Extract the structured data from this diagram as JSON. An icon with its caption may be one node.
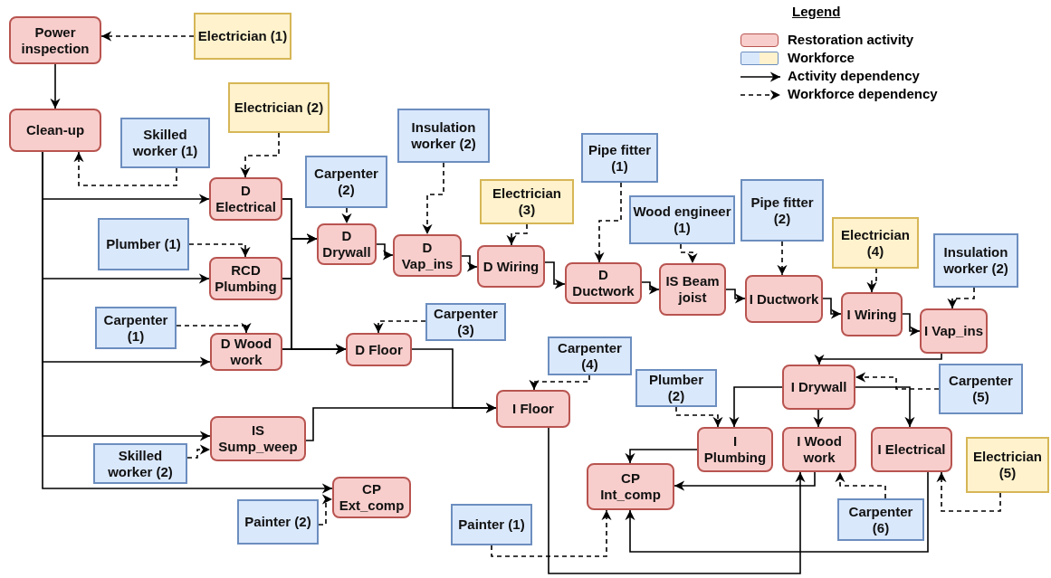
{
  "diagram": {
    "nodes": [
      {
        "text": [
          "Power inspection"
        ]
      },
      {
        "text": [
          "Clean-up"
        ]
      },
      {
        "text": [
          "D Electrical"
        ]
      },
      {
        "text": [
          "RCD Plumbing"
        ]
      },
      {
        "text": [
          "D Wood work"
        ]
      },
      {
        "text": [
          "D Drywall"
        ]
      },
      {
        "text": [
          "D Vap_ins"
        ]
      },
      {
        "text": [
          "D Wiring"
        ]
      },
      {
        "text": [
          "D Ductwork"
        ]
      },
      {
        "text": [
          "IS Beam joist"
        ]
      },
      {
        "text": [
          "I Ductwork"
        ]
      },
      {
        "text": [
          "I Wiring"
        ]
      },
      {
        "text": [
          "I Vap_ins"
        ]
      },
      {
        "text": [
          "D Floor"
        ]
      },
      {
        "text": [
          "I Floor"
        ]
      },
      {
        "text": [
          "IS Sump_weep"
        ]
      },
      {
        "text": [
          "CP Ext_comp"
        ]
      },
      {
        "text": [
          "I Drywall"
        ]
      },
      {
        "text": [
          "I Plumbing"
        ]
      },
      {
        "text": [
          "I Wood work"
        ]
      },
      {
        "text": [
          "I Electrical"
        ]
      },
      {
        "text": [
          "CP Int_comp"
        ]
      },
      {
        "text": [
          "Electrician (1)"
        ]
      },
      {
        "text": [
          "Electrician (2)"
        ]
      },
      {
        "text": [
          "Skilled worker (1)"
        ]
      },
      {
        "text": [
          "Plumber (1)"
        ]
      },
      {
        "text": [
          "Carpenter (1)"
        ]
      },
      {
        "text": [
          "Insulation worker (2)"
        ]
      },
      {
        "text": [
          "Carpenter (2)"
        ]
      },
      {
        "text": [
          "Electrician (3)"
        ]
      },
      {
        "text": [
          "Pipe fitter (1)"
        ]
      },
      {
        "text": [
          "Wood engineer (1)"
        ]
      },
      {
        "text": [
          "Pipe fitter (2)"
        ]
      },
      {
        "text": [
          "Electrician (4)"
        ]
      },
      {
        "text": [
          "Insulation worker (2)"
        ]
      },
      {
        "text": [
          "Carpenter (3)"
        ]
      },
      {
        "text": [
          "Carpenter (4)"
        ]
      },
      {
        "text": [
          "Plumber (2)"
        ]
      },
      {
        "text": [
          "Carpenter (5)"
        ]
      },
      {
        "text": [
          "Electrician (5)"
        ]
      },
      {
        "text": [
          "Skilled worker (2)"
        ]
      },
      {
        "text": [
          "Painter (2)"
        ]
      },
      {
        "text": [
          "Painter (1)"
        ]
      },
      {
        "text": [
          "Carpenter (6)"
        ]
      }
    ],
    "edges": [
      {
        "from": 0,
        "to": 1,
        "arrow": "to"
      },
      {
        "from": 1,
        "to": 2,
        "arrow": "to"
      },
      {
        "from": 1,
        "to": 3,
        "arrow": "to"
      },
      {
        "from": 1,
        "to": 4,
        "arrow": "to"
      },
      {
        "from": 1,
        "to": 15,
        "arrow": "to"
      },
      {
        "from": 1,
        "to": 16,
        "arrow": "to"
      },
      {
        "from": 2,
        "to": 5,
        "arrow": "to"
      },
      {
        "from": 3,
        "to": 5,
        "arrow": "to"
      },
      {
        "from": 4,
        "to": 5,
        "arrow": "to"
      },
      {
        "from": 2,
        "to": 13,
        "arrow": "to"
      },
      {
        "from": 3,
        "to": 13,
        "arrow": "to"
      },
      {
        "from": 4,
        "to": 13,
        "arrow": "to"
      },
      {
        "from": 5,
        "to": 6,
        "arrow": "to"
      },
      {
        "from": 6,
        "to": 7,
        "arrow": "to"
      },
      {
        "from": 7,
        "to": 8,
        "arrow": "to"
      },
      {
        "from": 8,
        "to": 9,
        "arrow": "to"
      },
      {
        "from": 9,
        "to": 10,
        "arrow": "to"
      },
      {
        "from": 10,
        "to": 11,
        "arrow": "to"
      },
      {
        "from": 11,
        "to": 12,
        "arrow": "to"
      },
      {
        "from": 12,
        "to": 17,
        "arrow": "to"
      },
      {
        "from": 13,
        "to": 14,
        "arrow": "to"
      },
      {
        "from": 15,
        "to": 14,
        "arrow": "to"
      },
      {
        "from": 17,
        "to": 18,
        "arrow": "to"
      },
      {
        "from": 17,
        "to": 19,
        "arrow": "to"
      },
      {
        "from": 17,
        "to": 20,
        "arrow": "to"
      },
      {
        "from": 18,
        "to": 21,
        "arrow": "to"
      },
      {
        "from": 19,
        "to": 21,
        "arrow": "to"
      },
      {
        "from": 20,
        "to": 21,
        "arrow": "to"
      },
      {
        "from": 14,
        "to": 19,
        "arrow": "to"
      },
      {
        "from": 22,
        "to": 0,
        "arrow": "to",
        "style": "dashed"
      },
      {
        "from": 24,
        "to": 1,
        "arrow": "to",
        "style": "dashed"
      },
      {
        "from": 23,
        "to": 2,
        "arrow": "to",
        "style": "dashed"
      },
      {
        "from": 25,
        "to": 3,
        "arrow": "to",
        "style": "dashed"
      },
      {
        "from": 26,
        "to": 4,
        "arrow": "to",
        "style": "dashed"
      },
      {
        "from": 28,
        "to": 5,
        "arrow": "to",
        "style": "dashed"
      },
      {
        "from": 27,
        "to": 6,
        "arrow": "to",
        "style": "dashed"
      },
      {
        "from": 29,
        "to": 7,
        "arrow": "to",
        "style": "dashed"
      },
      {
        "from": 30,
        "to": 8,
        "arrow": "to",
        "style": "dashed"
      },
      {
        "from": 31,
        "to": 9,
        "arrow": "to",
        "style": "dashed"
      },
      {
        "from": 32,
        "to": 10,
        "arrow": "to",
        "style": "dashed"
      },
      {
        "from": 33,
        "to": 11,
        "arrow": "to",
        "style": "dashed"
      },
      {
        "from": 34,
        "to": 12,
        "arrow": "to",
        "style": "dashed"
      },
      {
        "from": 35,
        "to": 13,
        "arrow": "to",
        "style": "dashed"
      },
      {
        "from": 36,
        "to": 14,
        "arrow": "to",
        "style": "dashed"
      },
      {
        "from": 40,
        "to": 15,
        "arrow": "to",
        "style": "dashed"
      },
      {
        "from": 41,
        "to": 16,
        "arrow": "to",
        "style": "dashed"
      },
      {
        "from": 42,
        "to": 21,
        "arrow": "to",
        "style": "dashed"
      },
      {
        "from": 37,
        "to": 18,
        "arrow": "to",
        "style": "dashed"
      },
      {
        "from": 38,
        "to": 17,
        "arrow": "to",
        "style": "dashed"
      },
      {
        "from": 43,
        "to": 19,
        "arrow": "to",
        "style": "dashed"
      },
      {
        "from": 39,
        "to": 20,
        "arrow": "to",
        "style": "dashed"
      }
    ],
    "labels": [
      "Legend"
    ],
    "legend": [
      {
        "text": "Restoration activity",
        "color": "#f8cecc"
      },
      {
        "text": "Workforce",
        "color": "#dae8fc"
      },
      {
        "text": "Activity dependency"
      },
      {
        "text": "Workforce dependency"
      }
    ]
  }
}
